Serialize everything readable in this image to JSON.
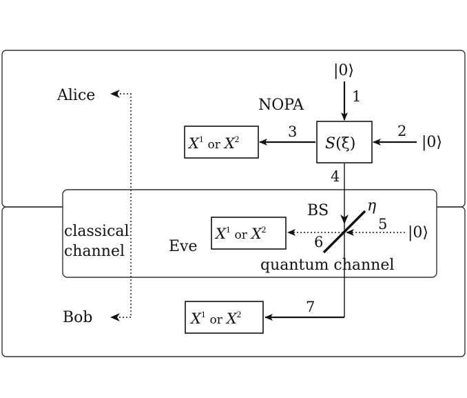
{
  "parties": {
    "alice": "Alice",
    "bob": "Bob",
    "eve": "Eve"
  },
  "source": {
    "label": "NOPA",
    "operator_main": "S",
    "operator_arg": "(ξ)"
  },
  "vacuum": "|0⟩",
  "beamsplitter": {
    "label": "BS",
    "transmissivity": "η"
  },
  "channels": {
    "classical_line1": "classical",
    "classical_line2": "channel",
    "quantum": "quantum channel"
  },
  "modes": [
    "1",
    "2",
    "3",
    "4",
    "5",
    "6",
    "7"
  ],
  "measurement": {
    "x": "X",
    "sup1": "1",
    "or": "or",
    "sup2": "2"
  }
}
